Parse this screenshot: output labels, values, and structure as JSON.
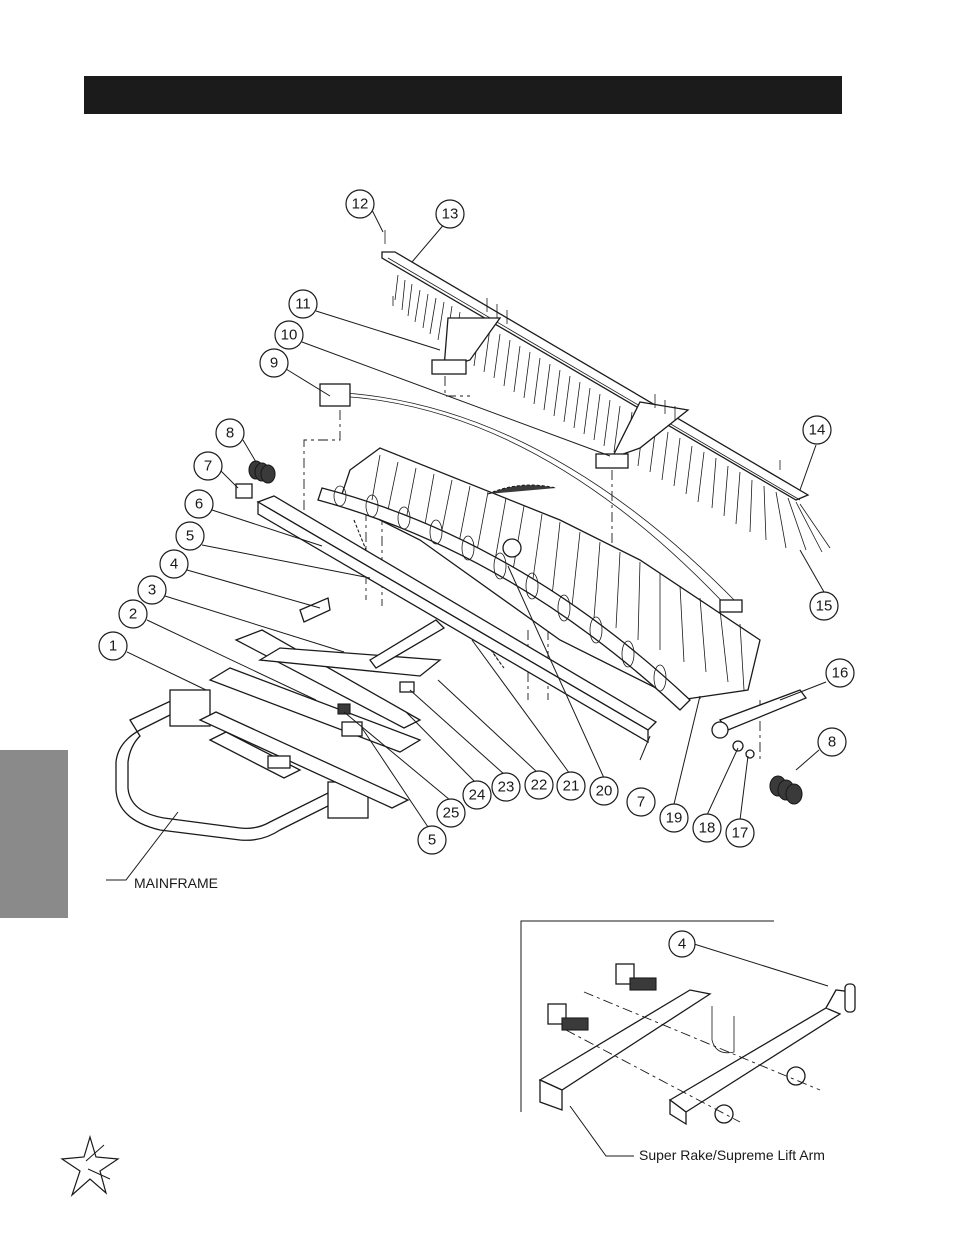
{
  "page": {
    "header_text": "",
    "side_tab_text": ""
  },
  "diagram": {
    "callouts": [
      "1",
      "2",
      "3",
      "4",
      "5",
      "5",
      "6",
      "7",
      "7",
      "8",
      "8",
      "9",
      "10",
      "11",
      "12",
      "13",
      "14",
      "15",
      "16",
      "17",
      "18",
      "19",
      "20",
      "21",
      "22",
      "23",
      "24",
      "25"
    ],
    "labels": {
      "mainframe": "MAINFRAME",
      "inset_part": "Super Rake/Supreme Lift Arm",
      "inset_callout": "4"
    }
  },
  "colors": {
    "header_bar": "#1b1b1b",
    "side_tab": "#8a8a8a",
    "line": "#1a1a1a"
  },
  "icons": [
    "brand-star-logo-icon"
  ]
}
